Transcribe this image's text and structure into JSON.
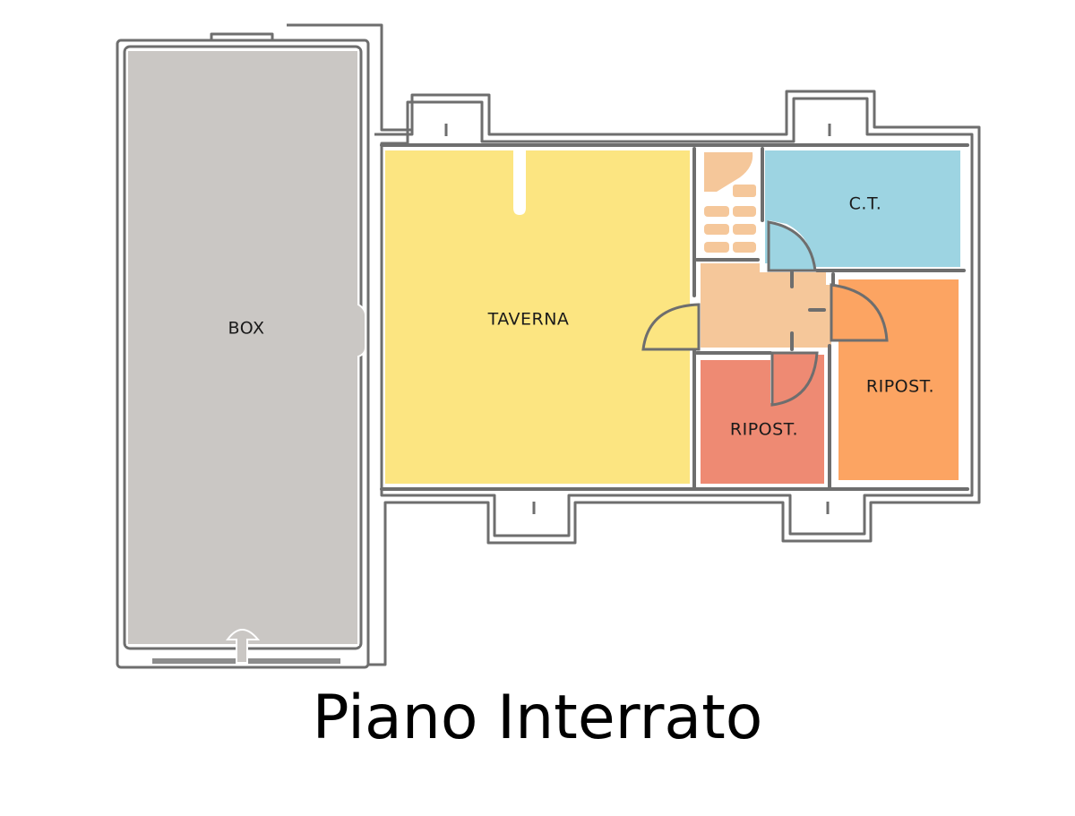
{
  "title": "Piano Interrato",
  "rooms": [
    {
      "id": "box",
      "label": "BOX",
      "color": "#cac7c4"
    },
    {
      "id": "taverna",
      "label": "TAVERNA",
      "color": "#fce581"
    },
    {
      "id": "ct",
      "label": "C.T.",
      "color": "#9dd4e2"
    },
    {
      "id": "ripost_left",
      "label": "RIPOST.",
      "color": "#ee8a73"
    },
    {
      "id": "ripost_right",
      "label": "RIPOST.",
      "color": "#fca462"
    },
    {
      "id": "hallway",
      "label": "",
      "color": "#f5c79a"
    },
    {
      "id": "stairs",
      "label": "",
      "color": "#f5c79a"
    }
  ],
  "wall_color": "#6e6e6e"
}
